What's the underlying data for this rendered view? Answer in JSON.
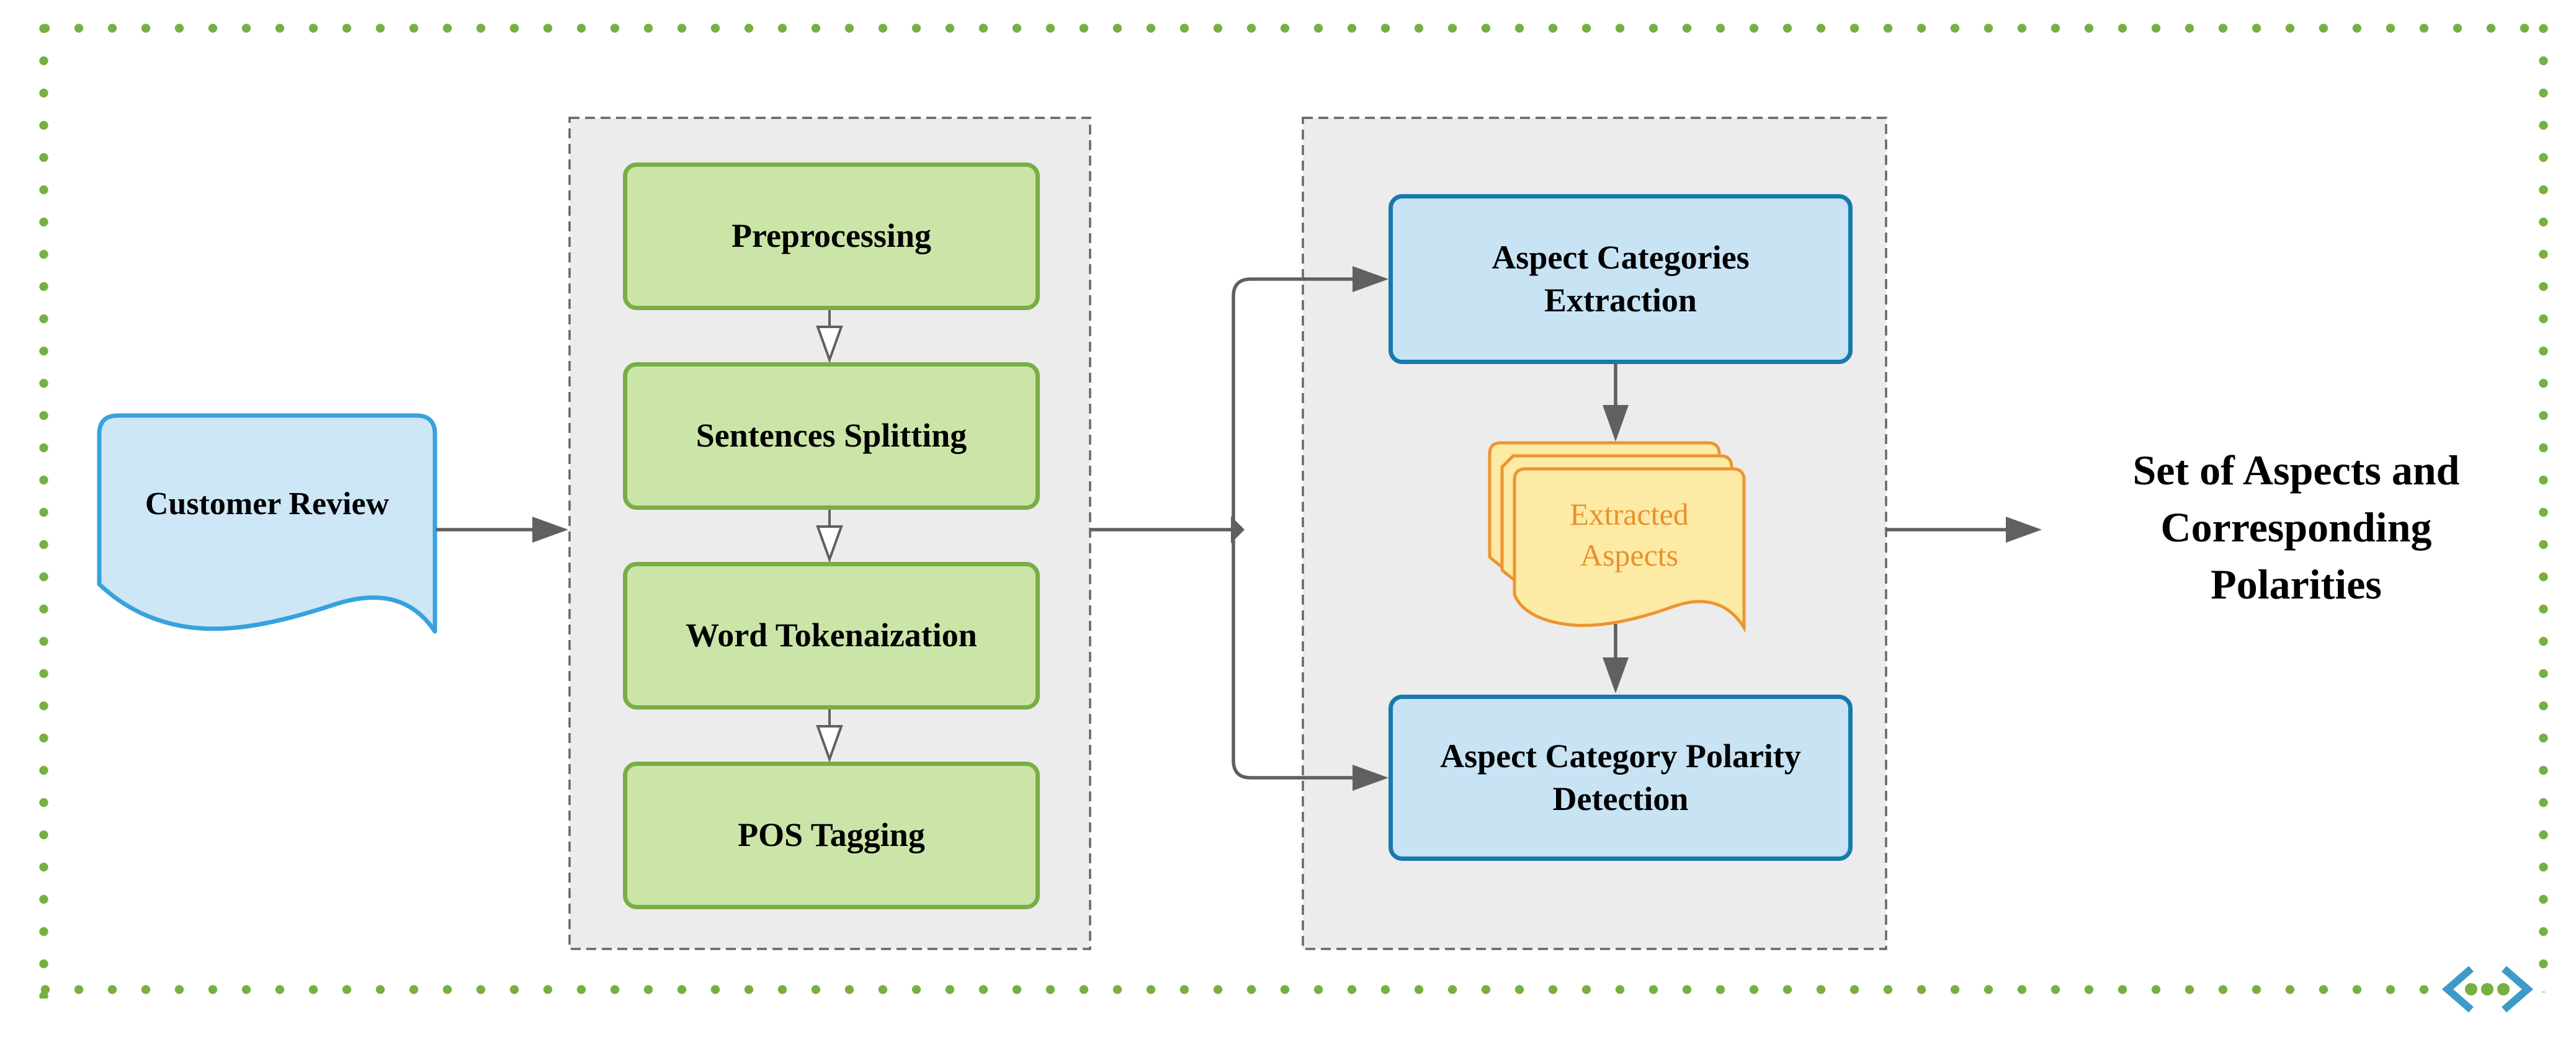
{
  "nodes": {
    "customer_review": "Customer Review",
    "preprocessing": "Preprocessing",
    "sentences_splitting": "Sentences Splitting",
    "word_tokenaization": "Word Tokenaization",
    "pos_tagging": "POS Tagging",
    "aspect_categories_extraction": "Aspect Categories Extraction",
    "extracted_aspects": "Extracted Aspects",
    "aspect_category_polarity_detection": "Aspect Category Polarity Detection",
    "output": "Set of Aspects and Corresponding Polarities"
  },
  "colors": {
    "page_border_dots": "#76b041",
    "logo_blue": "#3d9bc9",
    "arrow_gray": "#606060",
    "container_fill": "#ececec",
    "container_border": "#666666",
    "green_fill": "#cbe5a8",
    "green_border": "#79ae46",
    "blue_fill": "#c7e3f4",
    "blue_border": "#1779ae",
    "input_fill": "#cde7f7",
    "input_border": "#38a2dc",
    "stack_fill": "#fdeaa4",
    "stack_border": "#ec9530",
    "stack_text": "#e8912d"
  }
}
